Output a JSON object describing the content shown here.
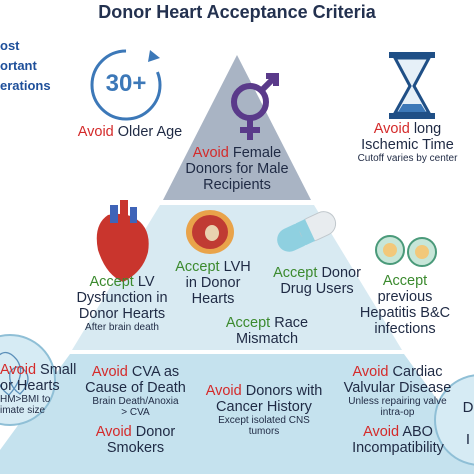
{
  "title": "Donor Heart Acceptance Criteria",
  "side_text": [
    "ost",
    "ortant",
    "erations"
  ],
  "clock_number": "30+",
  "items": {
    "older_age": {
      "verb": "Avoid",
      "text": "Older Age"
    },
    "female_donors": {
      "verb": "Avoid",
      "text1": "Female",
      "text2": "Donors for Male",
      "text3": "Recipients"
    },
    "ischemic": {
      "verb": "Avoid",
      "text1": "long",
      "text2": "Ischemic Time",
      "note": "Cutoff varies by center"
    },
    "lv_dysfunction": {
      "verb": "Accept",
      "text1": "LV",
      "text2": "Dysfunction in",
      "text3": "Donor Hearts",
      "note": "After brain death"
    },
    "lvh": {
      "verb": "Accept",
      "text1": "LVH",
      "text2": "in Donor",
      "text3": "Hearts"
    },
    "drug_users": {
      "verb": "Accept",
      "text1": "Donor",
      "text2": "Drug Users"
    },
    "hepatitis": {
      "verb": "Accept",
      "text1": "previous",
      "text2": "Hepatitis B&C",
      "text3": "infections"
    },
    "race": {
      "verb": "Accept",
      "text1": "Race",
      "text2": "Mismatch"
    },
    "small_hearts": {
      "verb": "Avoid",
      "text1": "Small",
      "text2": "or Hearts",
      "note1": "HM>BMI to",
      "note2": "imate size"
    },
    "cva": {
      "verb": "Avoid",
      "text1": "CVA as",
      "text2": "Cause of Death",
      "note1": "Brain Death/Anoxia",
      "note2": "> CVA"
    },
    "smokers": {
      "verb": "Avoid",
      "text1": "Donor",
      "text2": "Smokers"
    },
    "cancer": {
      "verb": "Avoid",
      "text1": "Donors with",
      "text2": "Cancer History",
      "note1": "Except isolated CNS",
      "note2": "tumors"
    },
    "valvular": {
      "verb": "Avoid",
      "text1": "Cardiac",
      "text2": "Valvular Disease",
      "note1": "Unless repairing valve",
      "note2": "intra-op"
    },
    "abo": {
      "verb": "Avoid",
      "text1": "ABO",
      "text2": "Incompatibility"
    },
    "edge_right1": "D",
    "edge_right2": "I"
  },
  "colors": {
    "avoid": "#d42a2a",
    "accept": "#3b8a2e",
    "top_tri": "#a8b3c4",
    "mid_band": "#d4e7f0",
    "bottom_band": "#c8e3ee"
  }
}
